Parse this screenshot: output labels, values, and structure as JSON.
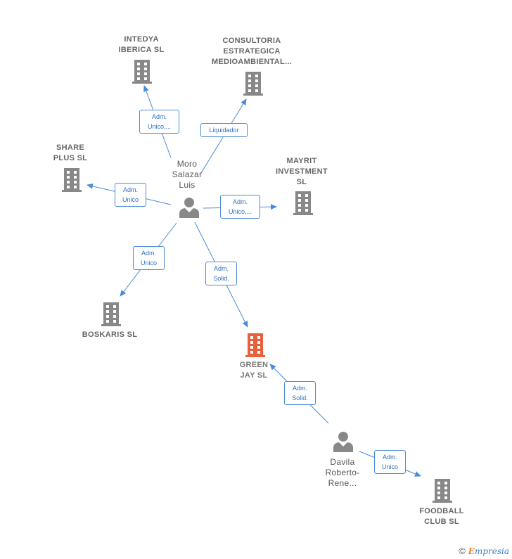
{
  "colors": {
    "edge": "#4a8bd6",
    "building": "#888888",
    "building_target": "#e8603c",
    "person": "#888888"
  },
  "nodes": {
    "intedya": {
      "label": "INTEDYA\nIBERICA  SL",
      "icon": "building-icon"
    },
    "consultoria": {
      "label": "CONSULTORIA\nESTRATEGICA\nMEDIOAMBIENTAL...",
      "icon": "building-icon"
    },
    "share_plus": {
      "label": "SHARE\nPLUS  SL",
      "icon": "building-icon"
    },
    "mayrit": {
      "label": "MAYRIT\nINVESTMENT\nSL",
      "icon": "building-icon"
    },
    "moro": {
      "label": "Moro\nSalazar\nLuis",
      "icon": "person-icon"
    },
    "boskaris": {
      "label": "BOSKARIS  SL",
      "icon": "building-icon"
    },
    "green_jay": {
      "label": "GREEN\nJAY  SL",
      "icon": "building-icon"
    },
    "davila": {
      "label": "Davila\nRoberto-\nRene...",
      "icon": "person-icon"
    },
    "foodball": {
      "label": "FOODBALL\nCLUB  SL",
      "icon": "building-icon"
    }
  },
  "edges": {
    "moro_intedya": "Adm.\nUnico,...",
    "moro_consultoria": "Liquidador",
    "moro_share_plus": "Adm.\nUnico",
    "moro_mayrit": "Adm.\nUnico,...",
    "moro_boskaris": "Adm.\nUnico",
    "moro_green_jay": "Adm.\nSolid.",
    "davila_green_jay": "Adm.\nSolid.",
    "davila_foodball": "Adm.\nUnico"
  },
  "watermark": {
    "copyright": "©",
    "brand_first": "E",
    "brand_rest": "mpresia"
  }
}
